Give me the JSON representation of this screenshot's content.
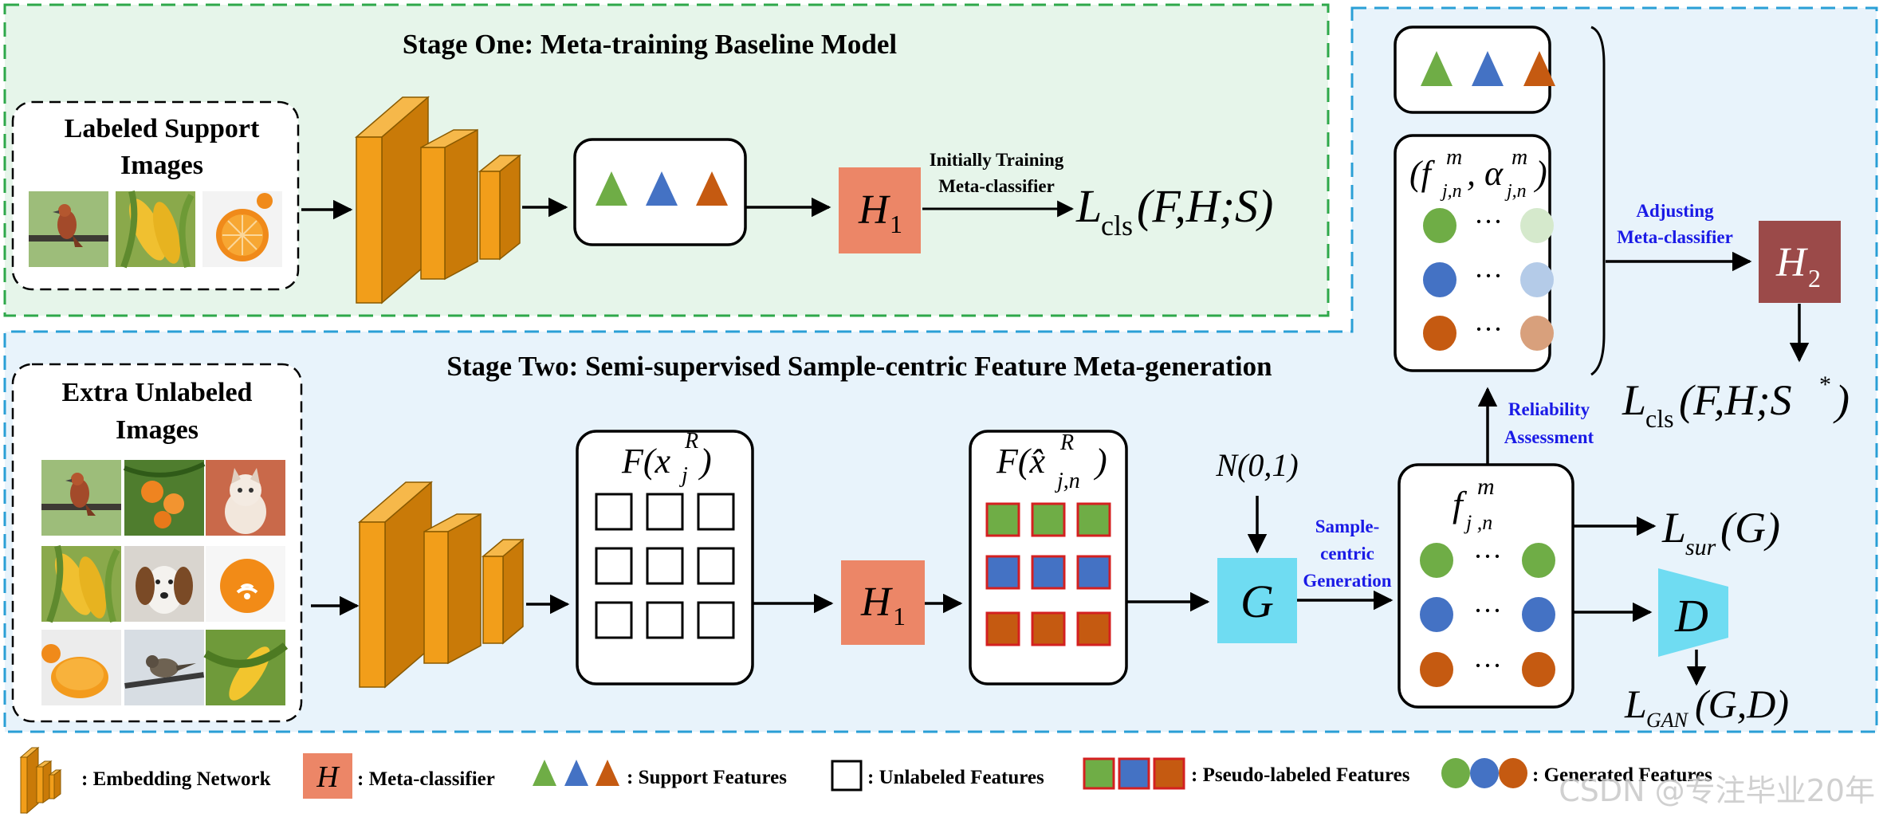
{
  "stage_one": {
    "title": "Stage One: Meta-training Baseline Model",
    "input_label_line1": "Labeled Support",
    "input_label_line2": "Images",
    "arrow_label_line1": "Initially Training",
    "arrow_label_line2": "Meta-classifier",
    "classifier": {
      "symbol": "H",
      "subscript": "1"
    },
    "loss": {
      "L": "L",
      "sub": "cls",
      "args": "(F,H;S)"
    }
  },
  "stage_two": {
    "title": "Stage Two: Semi-supervised Sample-centric Feature Meta-generation",
    "input_label_line1": "Extra Unlabeled",
    "input_label_line2": "Images",
    "feat_unlabeled": {
      "F": "F(x",
      "sub": "j",
      "sup": "R",
      "close": ")"
    },
    "feat_pseudo": {
      "F": "F(x̂",
      "sub": "j,n",
      "sup": "R",
      "close": ")"
    },
    "classifier": {
      "symbol": "H",
      "subscript": "1"
    },
    "noise": "N(0,1)",
    "generator": "G",
    "gen_label_line1": "Sample-",
    "gen_label_line2": "centric",
    "gen_label_line3": "Generation",
    "generated": {
      "f": "f",
      "sup": "m",
      "sub": "j ,n"
    },
    "discriminator": "D",
    "loss_sur": {
      "L": "L",
      "sub": "sur",
      "args": "(G)"
    },
    "loss_gan": {
      "L": "L",
      "sub": "GAN",
      "args": "(G,D)"
    }
  },
  "right_panel": {
    "pair": {
      "open": "(f",
      "f_sup": "m",
      "f_sub": "j,n",
      "alpha": ", α",
      "a_sup": "m",
      "a_sub": "j,n",
      "close": ")"
    },
    "dots": "···",
    "reliability_line1": "Reliability",
    "reliability_line2": "Assessment",
    "adjust_line1": "Adjusting",
    "adjust_line2": "Meta-classifier",
    "classifier": {
      "symbol": "H",
      "subscript": "2"
    },
    "loss": {
      "L": "L",
      "sub": "cls",
      "args": "(F,H;S",
      "sup": "*",
      "close": ")"
    }
  },
  "legend": {
    "embedding": ": Embedding Network",
    "meta_symbol": "H",
    "meta": ": Meta-classifier",
    "support": ": Support Features",
    "unlabeled": ": Unlabeled Features",
    "pseudo": ": Pseudo-labeled Features",
    "generated": ": Generated Features"
  },
  "watermark": "CSDN @专注毕业20年",
  "colors": {
    "stage_one_bg": "#e6f5ea",
    "stage_one_border": "#2ea84a",
    "stage_two_bg": "#e8f3fb",
    "stage_two_border": "#2a9fd6",
    "embedding": "#f29e1a",
    "h1": "#ec8667",
    "h2": "#9b4a49",
    "generator": "#6fdcf2",
    "green": "#6fad46",
    "blue": "#4472c4",
    "orange": "#c55a11",
    "accent_text": "#1a1ae6"
  }
}
